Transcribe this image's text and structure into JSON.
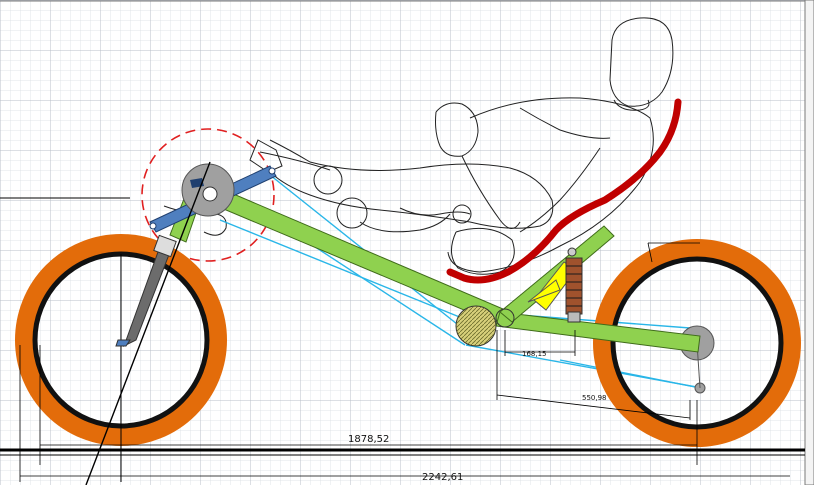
{
  "dimensions": {
    "wheelbase": "1878,52",
    "overall_length": "2242,61",
    "rear_arm": "550,98",
    "chainline": "168,15"
  },
  "colors": {
    "background": "#ffffff",
    "grid_minor": "#d9dde3",
    "grid_major": "#b9bfc8",
    "tire": "#e36c0a",
    "rim": "#111111",
    "frame": "#8fd14f",
    "frame_stroke": "#3f6b1a",
    "boom": "#4f7fbf",
    "chain": "#29b6e8",
    "seat": "#c00000",
    "shock_body": "#ffff00",
    "shock_spring": "#a0522d",
    "crank_circle": "#e02020",
    "chainring": "#d8d07a",
    "hub": "#a0a0a0",
    "rider_outline": "#222222",
    "dim_line": "#000000"
  }
}
